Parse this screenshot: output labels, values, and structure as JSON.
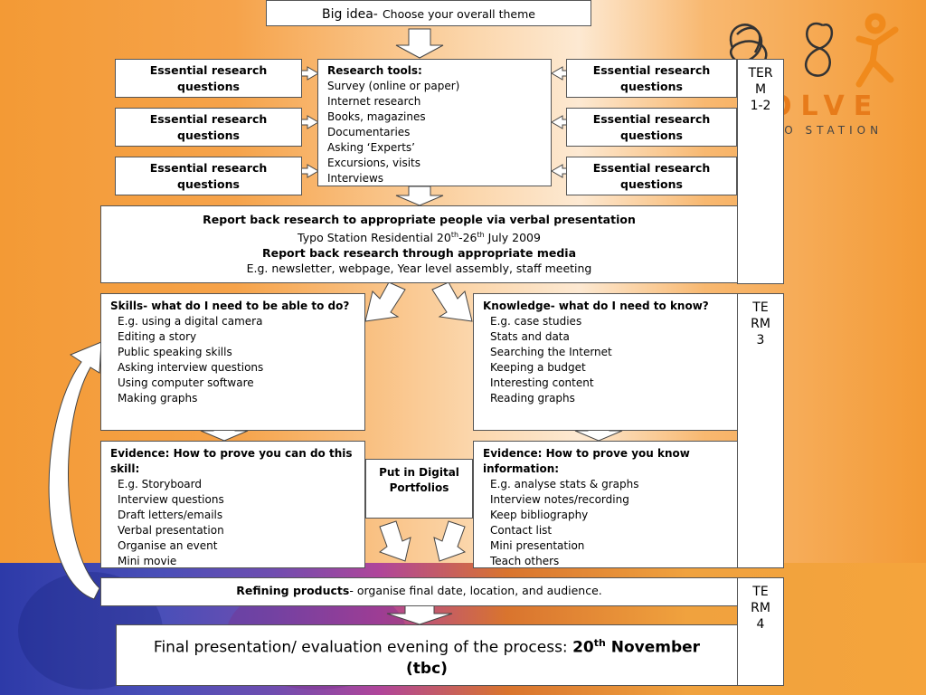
{
  "big_idea": {
    "title": "Big idea-",
    "subtitle": "Choose your overall theme"
  },
  "erq_label_line1": "Essential research",
  "erq_label_line2": "questions",
  "research_tools": {
    "heading": "Research tools:",
    "items": [
      "Survey (online or paper)",
      "Internet research",
      "Books, magazines",
      "Documentaries",
      "Asking ‘Experts’",
      "Excursions, visits",
      "Interviews"
    ]
  },
  "report_back": {
    "line1": "Report back research to appropriate people via verbal presentation",
    "line2_prefix": "Typo Station Residential 20",
    "line2_sup1": "th",
    "line2_mid": "-26",
    "line2_sup2": "th",
    "line2_suffix": " July 2009",
    "line3": "Report back research through appropriate media",
    "line4": "E.g. newsletter, webpage, Year level assembly, staff meeting"
  },
  "skills": {
    "heading": "Skills- what do I need to be able to do?",
    "items": [
      "E.g. using a digital camera",
      "Editing a story",
      "Public speaking skills",
      "Asking interview questions",
      "Using computer software",
      "Making graphs"
    ]
  },
  "knowledge": {
    "heading": "Knowledge- what do I need to know?",
    "items": [
      "E.g. case studies",
      "Stats and data",
      "Searching the Internet",
      "Keeping a budget",
      "Interesting content",
      "Reading graphs"
    ]
  },
  "evidence_skills": {
    "heading": "Evidence: How to prove you can do this skill:",
    "items": [
      "E.g. Storyboard",
      "Interview questions",
      "Draft letters/emails",
      "Verbal presentation",
      "Organise an event",
      "Mini movie"
    ]
  },
  "digital_portfolios": "Put in Digital Portfolios",
  "evidence_knowledge": {
    "heading": "Evidence: How to prove you know information:",
    "items": [
      "E.g. analyse stats & graphs",
      "Interview notes/recording",
      "Keep bibliography",
      "Contact list",
      "Mini presentation",
      "Teach others"
    ]
  },
  "refining": {
    "bold": "Refining products",
    "rest": "- organise final date, location, and audience."
  },
  "final": {
    "prefix": "Final presentation/ evaluation evening of the process: ",
    "bold_num": "20",
    "sup": "th",
    "bold_rest": " November (tbc)"
  },
  "terms": {
    "t1": [
      "TER",
      "M",
      "1-2"
    ],
    "t3": [
      "TE",
      "RM",
      "3"
    ],
    "t4": [
      "TE",
      "RM",
      "4"
    ]
  },
  "logo": {
    "text": "OLVE",
    "sub": "PO STATION"
  },
  "colors": {
    "orange": "#f39a35",
    "blue_band": "#2d3aa8",
    "logo_orange": "#e77b1a"
  }
}
